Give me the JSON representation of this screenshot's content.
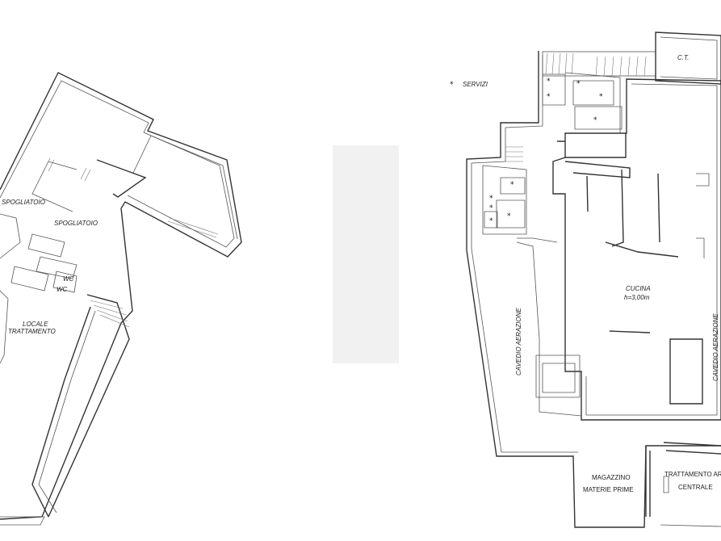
{
  "labels": {
    "spogliatoio_1": "SPOGLIATOIO",
    "spogliatoio_2": "SPOGLIATOIO",
    "wc_1": "WC",
    "wc_2": "WC",
    "locale": "LOCALE",
    "trattamento": "TRATTAMENTO",
    "legend_symbol": "*",
    "legend_text": "SERVIZI",
    "ct": "C.T.",
    "cucina": "CUCINA",
    "height": "h=3,00m",
    "cavedio_1": "CAVEDIO AERAZIONE",
    "cavedio_2": "CAVEDIO AERAZIONE",
    "magazzino": "MAGAZZINO",
    "materie_prime": "MATERIE PRIME",
    "trattamento_aria": "TRATTAMENTO ARIA",
    "centrale": "CENTRALE"
  }
}
